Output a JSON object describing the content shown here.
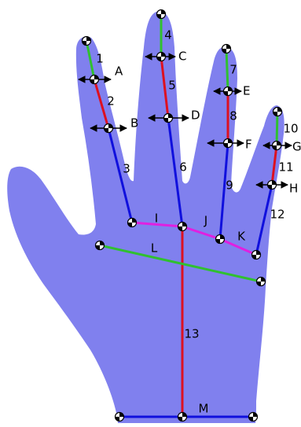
{
  "colors": {
    "hand": "#8080ee",
    "blue": "#1010dd",
    "red": "#dd1020",
    "green": "#30c030",
    "magenta": "#e020e0",
    "arrow": "#000000"
  },
  "segments": [
    {
      "id": "seg-1",
      "label": "1",
      "color": "green"
    },
    {
      "id": "seg-2",
      "label": "2",
      "color": "red"
    },
    {
      "id": "seg-3",
      "label": "3",
      "color": "blue"
    },
    {
      "id": "seg-4",
      "label": "4",
      "color": "green"
    },
    {
      "id": "seg-5",
      "label": "5",
      "color": "red"
    },
    {
      "id": "seg-6",
      "label": "6",
      "color": "blue"
    },
    {
      "id": "seg-7",
      "label": "7",
      "color": "green"
    },
    {
      "id": "seg-8",
      "label": "8",
      "color": "red"
    },
    {
      "id": "seg-9",
      "label": "9",
      "color": "blue"
    },
    {
      "id": "seg-10",
      "label": "10",
      "color": "green"
    },
    {
      "id": "seg-11",
      "label": "11",
      "color": "red"
    },
    {
      "id": "seg-12",
      "label": "12",
      "color": "blue"
    },
    {
      "id": "seg-13",
      "label": "13",
      "color": "red"
    },
    {
      "id": "seg-i",
      "label": "I",
      "color": "magenta"
    },
    {
      "id": "seg-j",
      "label": "J",
      "color": "magenta"
    },
    {
      "id": "seg-k",
      "label": "K",
      "color": "magenta"
    },
    {
      "id": "seg-l",
      "label": "L",
      "color": "green"
    },
    {
      "id": "seg-m",
      "label": "M",
      "color": "blue"
    }
  ],
  "width_markers": [
    {
      "id": "width-a",
      "label": "A"
    },
    {
      "id": "width-b",
      "label": "B"
    },
    {
      "id": "width-c",
      "label": "C"
    },
    {
      "id": "width-d",
      "label": "D"
    },
    {
      "id": "width-e",
      "label": "E"
    },
    {
      "id": "width-f",
      "label": "F"
    },
    {
      "id": "width-g",
      "label": "G"
    },
    {
      "id": "width-h",
      "label": "H"
    }
  ]
}
